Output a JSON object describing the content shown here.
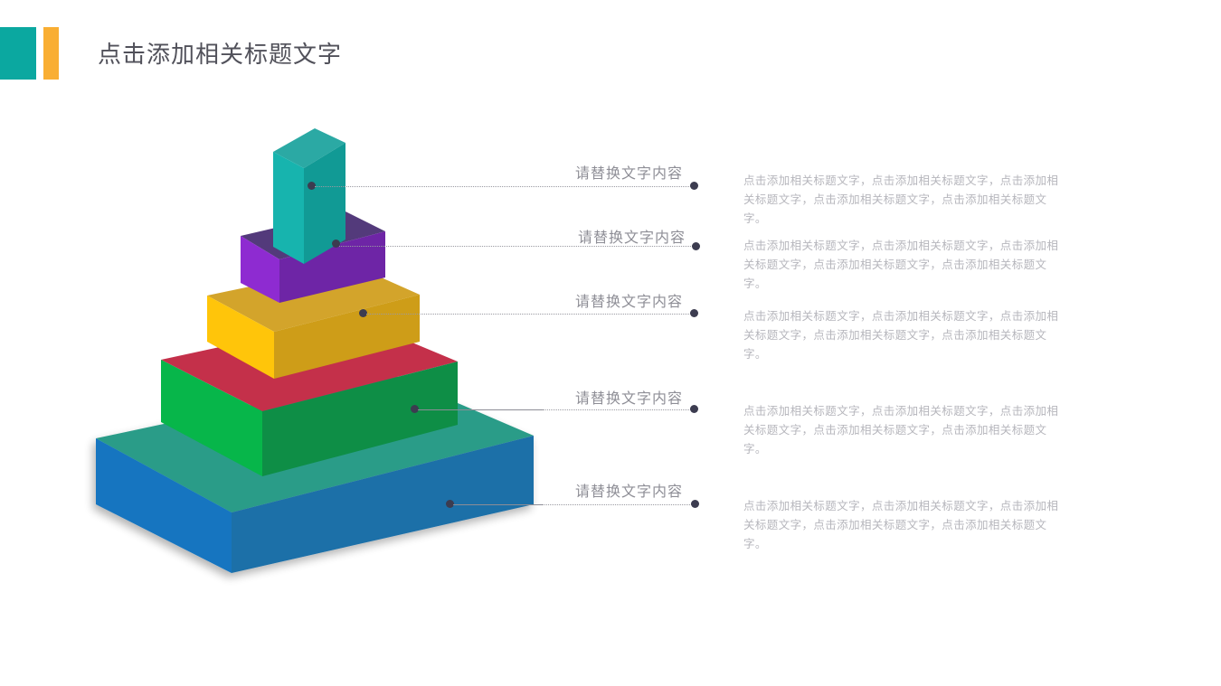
{
  "header": {
    "title": "点击添加相关标题文字",
    "logo_teal_color": "#0BA8A0",
    "logo_orange_color": "#F9AE33"
  },
  "pyramid": {
    "layers": [
      {
        "name": "layer-top-teal",
        "front_color": "#17B4AE",
        "top_color": "#2BA9A4",
        "side_color": "#119A95"
      },
      {
        "name": "layer-purple",
        "front_color": "#8E2BD1",
        "top_color": "#533A7B",
        "side_color": "#6E25A6"
      },
      {
        "name": "layer-yellow",
        "front_color": "#FFC50A",
        "top_color": "#D3A42B",
        "side_color": "#CE9D18"
      },
      {
        "name": "layer-green",
        "front_color": "#07B64A",
        "top_color": "#C4304A",
        "side_color": "#0E8E46"
      },
      {
        "name": "layer-blue-base",
        "front_color": "#1275C0",
        "top_color": "#2C9C88",
        "side_color": "#1E6FA8"
      }
    ]
  },
  "rows": [
    {
      "label": "请替换文字内容",
      "body": "点击添加相关标题文字，点击添加相关标题文字，点击添加相关标题文字，点击添加相关标题文字，点击添加相关标题文字。"
    },
    {
      "label": "请替换文字内容",
      "body": "点击添加相关标题文字，点击添加相关标题文字，点击添加相关标题文字，点击添加相关标题文字，点击添加相关标题文字。"
    },
    {
      "label": "请替换文字内容",
      "body": "点击添加相关标题文字，点击添加相关标题文字，点击添加相关标题文字，点击添加相关标题文字，点击添加相关标题文字。"
    },
    {
      "label": "请替换文字内容",
      "body": "点击添加相关标题文字，点击添加相关标题文字，点击添加相关标题文字，点击添加相关标题文字，点击添加相关标题文字。"
    },
    {
      "label": "请替换文字内容",
      "body": "点击添加相关标题文字，点击添加相关标题文字，点击添加相关标题文字，点击添加相关标题文字，点击添加相关标题文字。"
    }
  ]
}
